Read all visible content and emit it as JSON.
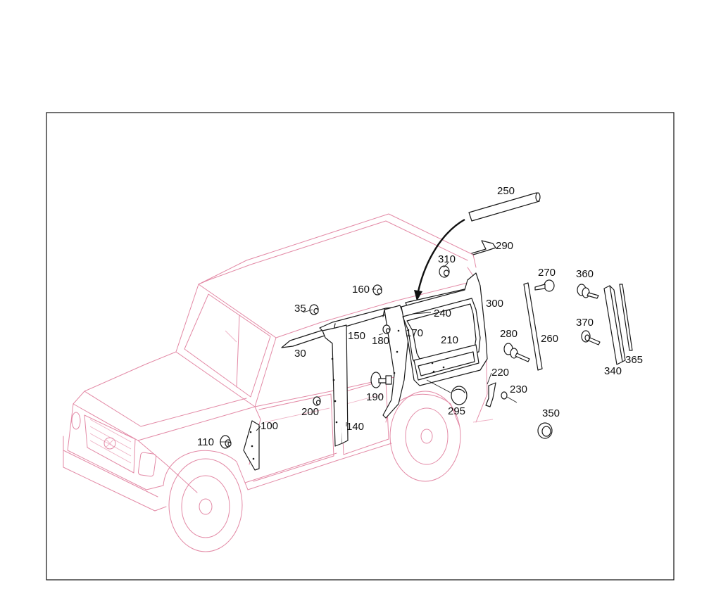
{
  "diagram": {
    "colors": {
      "vehicle_outline": "#e38aa6",
      "parts": "#1a1a1a",
      "background": "#ffffff"
    },
    "callouts": {
      "c30": "30",
      "c35": "35",
      "c100": "100",
      "c110": "110",
      "c140": "140",
      "c150": "150",
      "c160": "160",
      "c170": "170",
      "c180": "180",
      "c190": "190",
      "c200": "200",
      "c210": "210",
      "c220": "220",
      "c230": "230",
      "c240": "240",
      "c250": "250",
      "c260": "260",
      "c270": "270",
      "c280": "280",
      "c290": "290",
      "c295": "295",
      "c300": "300",
      "c310": "310",
      "c340": "340",
      "c350": "350",
      "c360": "360",
      "c365": "365",
      "c370": "370"
    }
  }
}
